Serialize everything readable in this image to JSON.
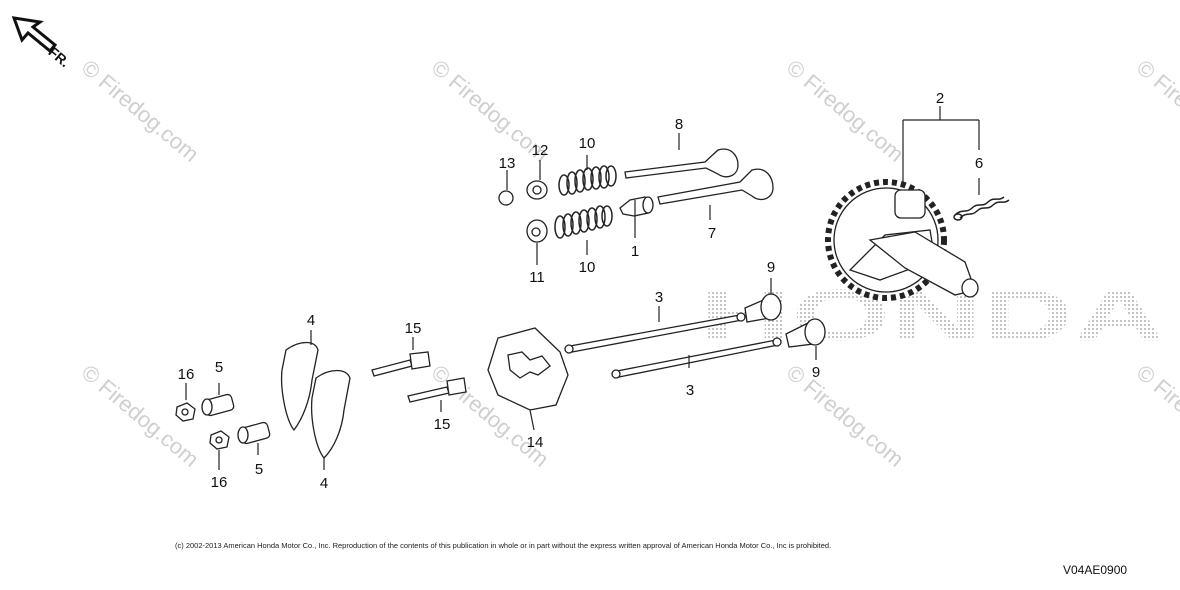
{
  "direction_label": "FR.",
  "watermark_text": "© Firedog.com",
  "brand_text": "HONDA",
  "callouts": [
    "1",
    "2",
    "3",
    "3",
    "4",
    "4",
    "5",
    "5",
    "6",
    "7",
    "8",
    "9",
    "9",
    "10",
    "10",
    "11",
    "12",
    "13",
    "14",
    "15",
    "15",
    "16",
    "16"
  ],
  "copyright": "(c) 2002-2013 American Honda Motor Co., Inc. Reproduction of the contents of this publication in whole or in part without the express written approval of American Honda Motor Co., Inc is prohibited.",
  "diagram_code": "V04AE0900",
  "colors": {
    "line": "#222222",
    "watermark": "#cfcfcf",
    "brand_dots": "#9a9a9a"
  }
}
